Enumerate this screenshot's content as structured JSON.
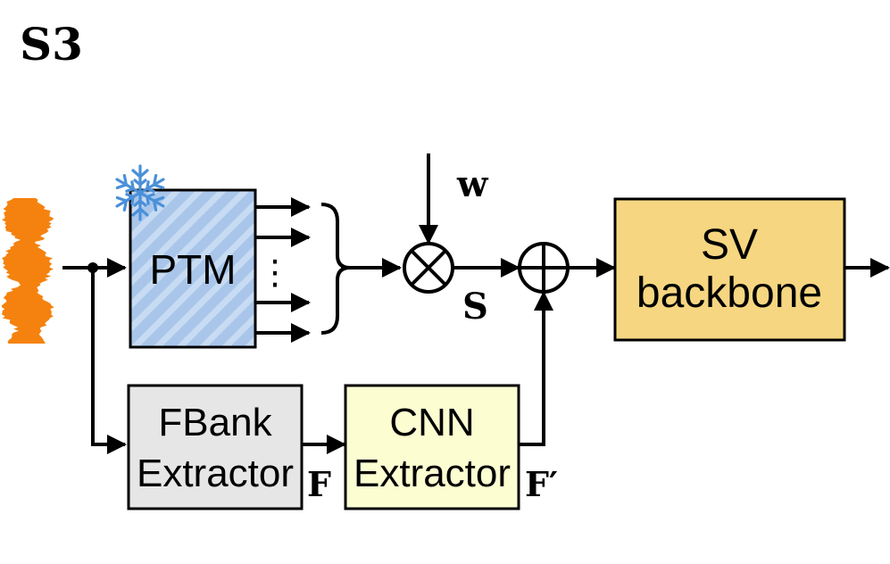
{
  "title": "S3",
  "blocks": {
    "ptm": {
      "label": "PTM",
      "fill": "#a9c6ea",
      "stripe": "#ffffff"
    },
    "fbank": {
      "line1": "FBank",
      "line2": "Extractor",
      "fill": "#e6e6e6"
    },
    "cnn": {
      "line1": "CNN",
      "line2": "Extractor",
      "fill": "#fdfdd2"
    },
    "sv": {
      "line1": "SV",
      "line2": "backbone",
      "fill": "#f6d681"
    }
  },
  "symbols": {
    "w": "w",
    "s": "S",
    "f": "F",
    "f_prime": "F′",
    "ellipsis": "⋮"
  },
  "icons": {
    "waveform": "waveform-icon",
    "frozen": "snowflake-icon",
    "multiply": "circled-times-icon",
    "add": "circled-plus-icon"
  },
  "colors": {
    "waveform": "#f5820f",
    "snowflake": "#4a90d9",
    "stroke": "#000000"
  }
}
